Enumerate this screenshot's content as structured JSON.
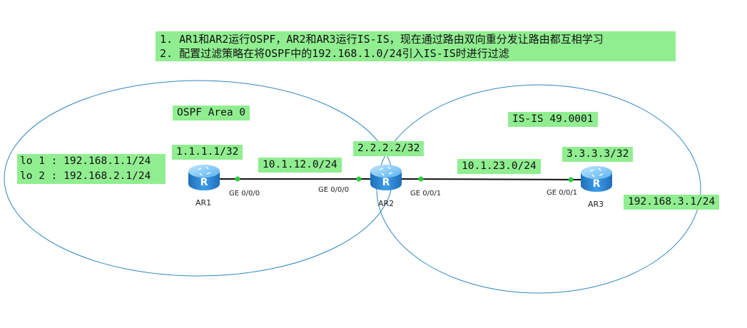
{
  "notes": {
    "line1": "1. AR1和AR2运行OSPF，AR2和AR3运行IS-IS，现在通过路由双向重分发让路由都互相学习",
    "line2": "2. 配置过滤策略在将OSPF中的192.168.1.0/24引入IS-IS时进行过滤"
  },
  "areas": {
    "ospf": "OSPF Area 0",
    "isis": "IS-IS 49.0001"
  },
  "ar1": {
    "name": "AR1",
    "loopback": "1.1.1.1/32",
    "lo1": "lo 1 : 192.168.1.1/24",
    "lo2": "lo 2 : 192.168.2.1/24",
    "interface": "GE 0/0/0"
  },
  "ar2": {
    "name": "AR2",
    "loopback": "2.2.2.2/32",
    "if_left": "GE 0/0/0",
    "if_right": "GE 0/0/1"
  },
  "ar3": {
    "name": "AR3",
    "loopback": "3.3.3.3/32",
    "lan": "192.168.3.1/24",
    "interface": "GE 0/0/1"
  },
  "links": {
    "ar1_ar2": "10.1.12.0/24",
    "ar2_ar3": "10.1.23.0/24"
  },
  "colors": {
    "label_bg": "#90ee90",
    "area_outline": "#2e86c1",
    "port_dot": "#2ecc40",
    "router_body": "#3d9be9"
  },
  "icons": [
    "router-icon"
  ]
}
